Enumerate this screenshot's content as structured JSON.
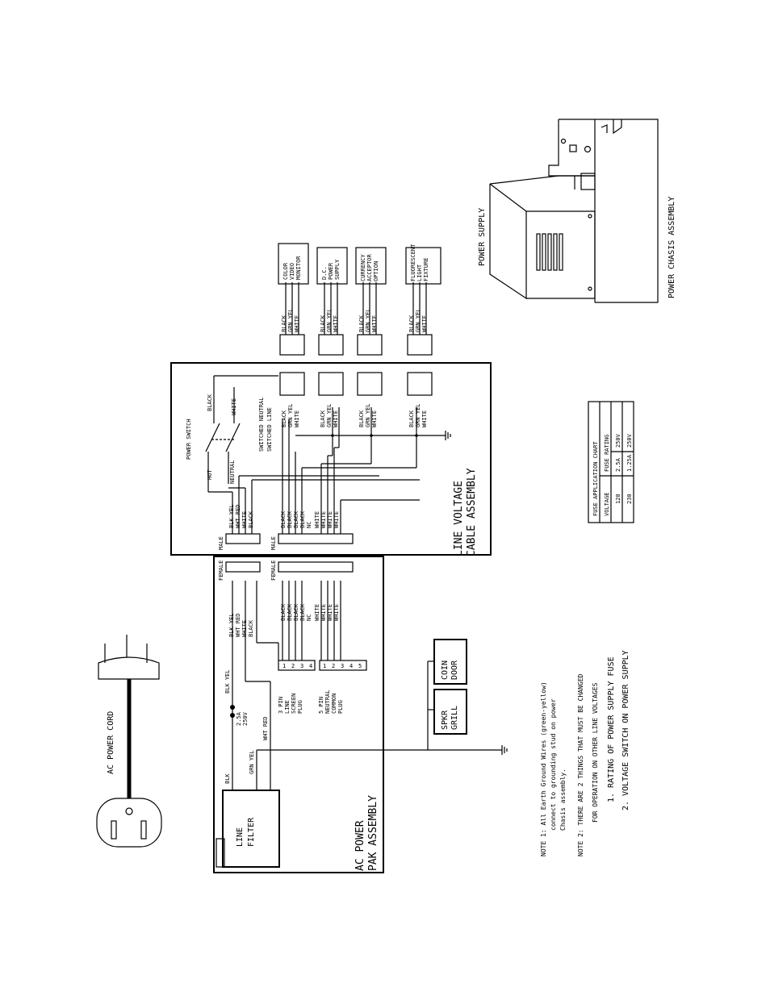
{
  "cord": {
    "label": "AC POWER CORD"
  },
  "ac_power": {
    "line_filter": [
      "LINE",
      "FILTER"
    ],
    "assembly": [
      "AC POWER",
      "PAK ASSEMBLY"
    ],
    "blk": "BLK",
    "grn_yel": "GRN YEL",
    "wht_red": "WHT RED",
    "blk_yel": "BLK YEL",
    "fuse": [
      "2.5A",
      "250V"
    ],
    "plug_a": [
      "3 PIN",
      "LINE",
      "SCREEN",
      "PLUG"
    ],
    "plug_b": [
      "5 PIN",
      "NEUTRAL",
      "COMMON",
      "PLUG"
    ],
    "fem4": "FEMALE",
    "fem9": "FEMALE",
    "fem4_wires": [
      "BLK YEL",
      "WHT RED",
      "WHITE",
      "BLACK"
    ],
    "fem9_wires": [
      "BLACK",
      "BLACK",
      "BLACK",
      "BLACK",
      "NC",
      "WHITE",
      "WHITE",
      "WHITE",
      "WHITE"
    ],
    "plug3_pins": [
      "1",
      "2",
      "3",
      "4"
    ],
    "plug5_pins": [
      "1",
      "2",
      "3",
      "4",
      "5"
    ],
    "speaker": [
      "SPKR",
      "GRILL"
    ],
    "coin": [
      "COIN",
      "DOOR"
    ]
  },
  "line_voltage": {
    "assembly": [
      "LINE VOLTAGE",
      "CABLE ASSEMBLY"
    ],
    "male4": "MALE",
    "male9": "MALE",
    "male4_wires": [
      "BLK YEL",
      "WHT RED",
      "WHITE",
      "BLACK"
    ],
    "male9_wires": [
      "BLACK",
      "BLACK",
      "BLACK",
      "BLACK",
      "NC",
      "WHITE",
      "WHITE",
      "WHITE",
      "WHITE"
    ],
    "power_switch": "POWER SWITCH",
    "sw_labels": [
      "HOT",
      "NEUTRAL",
      "BLACK",
      "WHITE",
      "SWITCHED NEUTRAL",
      "SWITCHED LINE"
    ],
    "conn_wires": [
      "BLACK",
      "GRN YEL",
      "WHITE"
    ]
  },
  "devices": [
    {
      "name": [
        "COLOR",
        "VIDEO",
        "MONITOR"
      ]
    },
    {
      "name": [
        "D.C.",
        "POWER",
        "SUPPLY"
      ]
    },
    {
      "name": [
        "CURRENCY",
        "ACCEPTOR",
        "OPTION"
      ]
    },
    {
      "name": [
        "FLUORESCENT",
        "LIGHT",
        "FIXTURE"
      ]
    }
  ],
  "fuse_chart": {
    "title": "FUSE APPLICATION CHART",
    "headers": [
      "VOLTAGE",
      "FUSE RATING"
    ],
    "rows": [
      [
        "120",
        "2.5A",
        "250V"
      ],
      [
        "230",
        "1.25A",
        "250V"
      ]
    ]
  },
  "notes": {
    "note1": [
      "NOTE 1: All Earth Ground Wires (green-yellow)",
      "connect to grounding stud on power",
      "Chasis assembly."
    ],
    "note2": [
      "NOTE 2: THERE ARE 2 THINGS THAT MUST BE CHANGED",
      "FOR OPERATION ON OTHER LINE VOLTAGES"
    ],
    "items": [
      "1.  RATING OF POWER SUPPLY FUSE",
      "2.  VOLTAGE SWITCH ON POWER SUPPLY"
    ]
  },
  "chassis": {
    "power_supply": "POWER SUPPLY",
    "assembly": "POWER CHASIS ASSEMBLY"
  }
}
